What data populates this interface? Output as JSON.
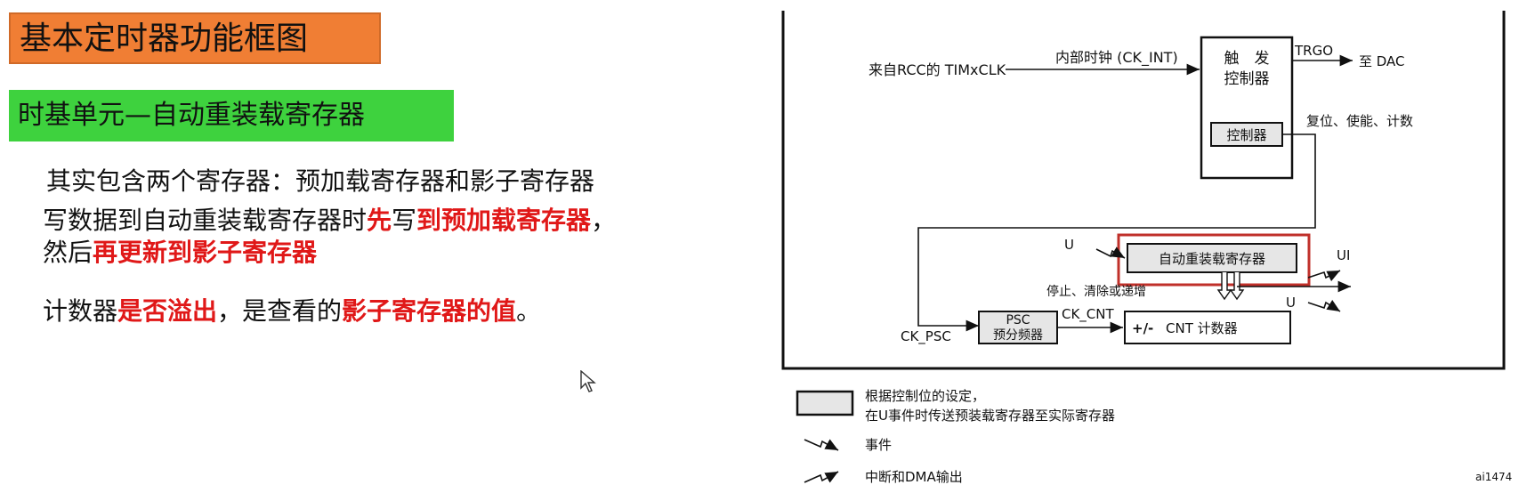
{
  "left": {
    "title": "基本定时器功能框图",
    "subtitle": "时基单元—自动重装载寄存器",
    "line1": "其实包含两个寄存器：预加载寄存器和影子寄存器",
    "line2": {
      "a": "写数据到自动重装载寄存器时",
      "b": "先",
      "c": "写",
      "d": "到预加载寄存器",
      "e": "，"
    },
    "line3": {
      "a": "然后",
      "b": "再更新到影子寄存器"
    },
    "line4": {
      "a": "计数器",
      "b": "是否溢出",
      "c": "，是查看的",
      "d": "影子寄存器的值",
      "e": "。"
    }
  },
  "diagram": {
    "rcc_label": "来自RCC的 TIMxCLK",
    "ck_int_label": "内部时钟 (CK_INT)",
    "trigger_line1": "触　发",
    "trigger_line2": "控制器",
    "trgo_label": "TRGO",
    "dac_label": "至 DAC",
    "controller_label": "控制器",
    "reset_label": "复位、使能、计数",
    "u_label_top": "U",
    "arr_label": "自动重装载寄存器",
    "ui_label": "UI",
    "stop_label": "停止、清除或递增",
    "u_label_bottom": "U",
    "ck_cnt_label": "CK_CNT",
    "psc_line1": "PSC",
    "psc_line2": "预分频器",
    "ck_psc_label": "CK_PSC",
    "cnt_sign": "+/-",
    "cnt_label": "CNT 计数器",
    "highlight_color": "#c0302a"
  },
  "legend": {
    "reg_line1": "根据控制位的设定，",
    "reg_line2": "在U事件时传送预装载寄存器至实际寄存器",
    "event_label": "事件",
    "irq_label": "中断和DMA输出",
    "figure_id": "ai1474"
  }
}
